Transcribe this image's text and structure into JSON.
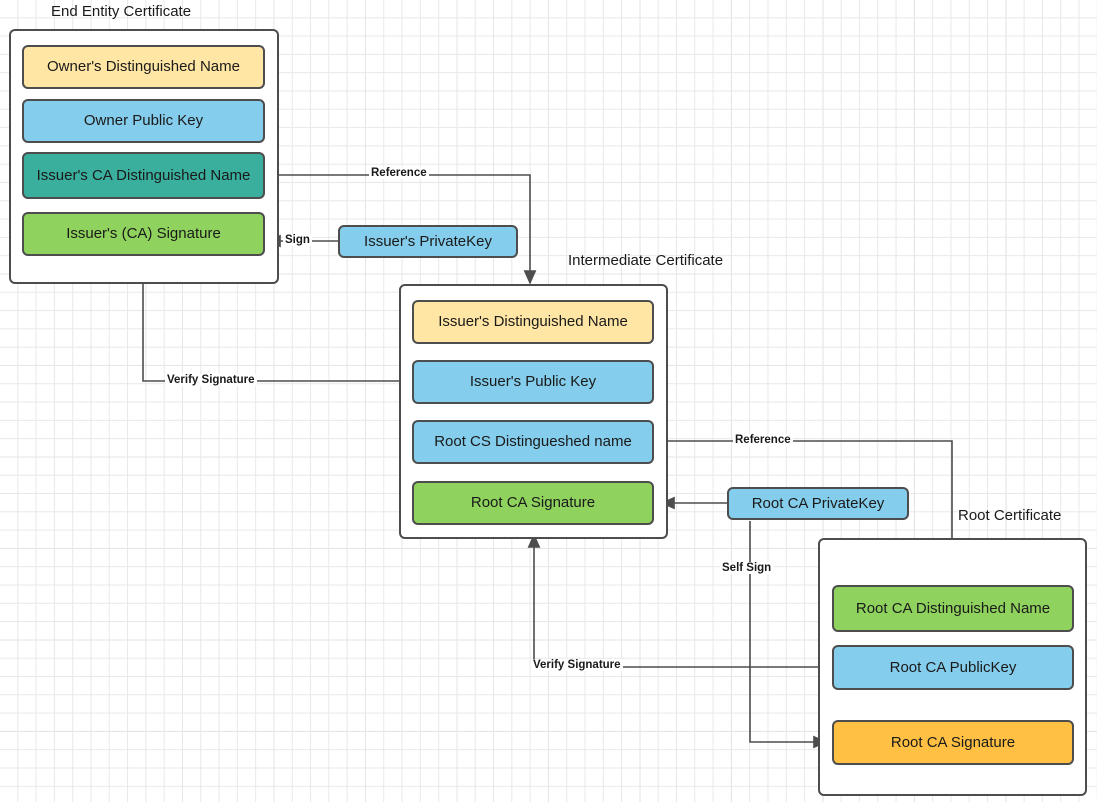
{
  "diagram": {
    "title_invisible": "",
    "colors": {
      "yellow": "#ffe6a5",
      "blue": "#85cdec",
      "teal": "#3aaf9d",
      "green": "#8fd25d",
      "orange": "#ffc043",
      "stroke": "#4d4d4d",
      "grid_minor": "#e8e8e8",
      "grid_major": "#d0d0d0",
      "background": "#ffffff"
    },
    "groups": [
      {
        "id": "end-entity",
        "label": "End Entity Certificate"
      },
      {
        "id": "intermediate",
        "label": "Intermediate Certificate"
      },
      {
        "id": "root",
        "label": "Root Certificate"
      }
    ],
    "end_entity_certificate": {
      "title": "End Entity Certificate",
      "fields": [
        {
          "label": "Owner's Distinguished Name",
          "color": "yellow"
        },
        {
          "label": "Owner Public  Key",
          "color": "blue"
        },
        {
          "label": "Issuer's CA Distinguished Name",
          "color": "teal"
        },
        {
          "label": "Issuer's (CA) Signature",
          "color": "green"
        }
      ]
    },
    "intermediate_certificate": {
      "title": "Intermediate Certificate",
      "fields": [
        {
          "label": "Issuer's Distinguished Name",
          "color": "yellow"
        },
        {
          "label": "Issuer's Public  Key",
          "color": "blue"
        },
        {
          "label": "Root CS Distingueshed name",
          "color": "blue"
        },
        {
          "label": "Root CA Signature",
          "color": "green"
        }
      ]
    },
    "root_certificate": {
      "title": "Root Certificate",
      "fields": [
        {
          "label": "Root CA Distinguished Name",
          "color": "green"
        },
        {
          "label": "Root CA PublicKey",
          "color": "blue"
        },
        {
          "label": "Root CA Signature",
          "color": "orange"
        }
      ]
    },
    "keys": [
      {
        "id": "issuer-private-key",
        "label": "Issuer's PrivateKey",
        "color": "blue"
      },
      {
        "id": "root-ca-private-key",
        "label": "Root CA PrivateKey",
        "color": "blue"
      }
    ],
    "edge_labels": [
      {
        "id": "reference-top",
        "label": "Reference"
      },
      {
        "id": "sign",
        "label": "Sign"
      },
      {
        "id": "verify-signature-top",
        "label": "Verify Signature"
      },
      {
        "id": "reference-bottom",
        "label": "Reference"
      },
      {
        "id": "self-sign",
        "label": "Self Sign"
      },
      {
        "id": "verify-signature-bottom",
        "label": "Verify Signature"
      }
    ]
  }
}
